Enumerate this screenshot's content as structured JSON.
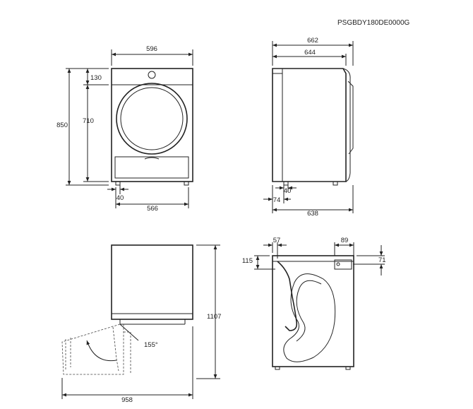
{
  "model_code": "PSGBDY180DE0000G",
  "front_view": {
    "width_label": "596",
    "height_label": "850",
    "top_panel_label": "130",
    "door_height_label": "710",
    "foot_label": "40",
    "foot_span_label": "566"
  },
  "side_view": {
    "depth_total_label": "662",
    "depth_body_label": "644",
    "foot_label": "40",
    "foot_front_label": "74",
    "foot_span_label": "638"
  },
  "door_open_view": {
    "height_label": "1107",
    "angle_label": "155°",
    "width_label": "958"
  },
  "back_view": {
    "hose_offset_label": "57",
    "inlet_offset_label": "89",
    "hose_height_label": "115",
    "inlet_height_label": "71"
  }
}
